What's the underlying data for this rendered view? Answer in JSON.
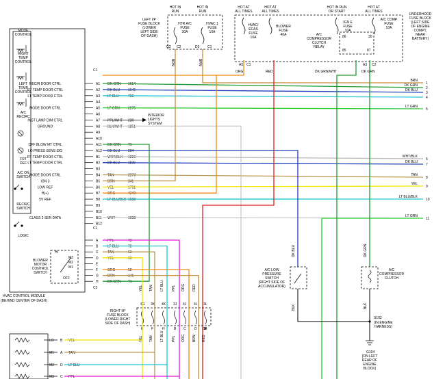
{
  "module": {
    "title_lines": [
      "HVAC CONTROL MODULE",
      "(BEHIND CENTER OF DASH)"
    ],
    "left_labels": [
      [
        "MODE",
        "CONTROL"
      ],
      [
        "RIGHT",
        "TEMP",
        "CONTROL"
      ],
      [
        "LEFT",
        "TEMP",
        "CONTROL"
      ],
      [
        "A/C",
        "RECIRC"
      ],
      [
        "FRT",
        "DEF"
      ],
      [
        "A/C ON",
        "SWITCH"
      ],
      [
        "RECIRC",
        "SWITCH"
      ],
      [
        "LOGIC"
      ],
      [
        "BLOWER",
        "MOTOR",
        "CONTROL",
        "SWITCH"
      ]
    ],
    "switch_positions": [
      "HI",
      "M3",
      "M2",
      "M1",
      "OFF"
    ],
    "conn_c2": "C2",
    "conn_c1": "C1"
  },
  "pins": [
    {
      "pin": "A1",
      "func": "RECIR DOOR CTRL",
      "color": "DK GRN",
      "circ": "1614"
    },
    {
      "pin": "A2",
      "func": "RT TEMP DOOR CTRL",
      "color": "DK BLU",
      "circ": "1646"
    },
    {
      "pin": "A3",
      "func": "LT TEMP DOOR CTRL",
      "color": "LT BLU",
      "circ": "733"
    },
    {
      "pin": "A4",
      "func": "",
      "color": "",
      "circ": ""
    },
    {
      "pin": "A5",
      "func": "MODE DOOR CTRL",
      "color": "LT GRN",
      "circ": "2275"
    },
    {
      "pin": "A6",
      "func": "",
      "color": "",
      "circ": ""
    },
    {
      "pin": "A7",
      "func": "INST LAMP DIM CTRL",
      "color": "PPL/WHT",
      "circ": "230"
    },
    {
      "pin": "A8",
      "func": "GROUND",
      "color": "BLK/WHT",
      "circ": "1851"
    },
    {
      "pin": "A9",
      "func": "",
      "color": "",
      "circ": ""
    },
    {
      "pin": "A10",
      "func": "",
      "color": "",
      "circ": ""
    },
    {
      "pin": "A11",
      "func": "OFF BLOW MT CTRL",
      "color": "DK GRN",
      "circ": "71"
    },
    {
      "pin": "A12",
      "func": "LO PRESS SENS SIG",
      "color": "DK BLU",
      "circ": "204"
    },
    {
      "pin": "B1",
      "func": "RT TEMP DOOR CTRL",
      "color": "WHT/BLK",
      "circ": "1236"
    },
    {
      "pin": "B2",
      "func": "LT TEMP DOOR CTRL",
      "color": "DK BLU",
      "circ": "1199"
    },
    {
      "pin": "B3",
      "func": "",
      "color": "",
      "circ": ""
    },
    {
      "pin": "B4",
      "func": "MODE DOOR CTRL",
      "color": "TAN",
      "circ": "2273"
    },
    {
      "pin": "B5",
      "func": "IGN 3",
      "color": "BRN",
      "circ": "341"
    },
    {
      "pin": "B6",
      "func": "LOW REF",
      "color": "YEL",
      "circ": "1791"
    },
    {
      "pin": "B7",
      "func": "B(+)",
      "color": "ORG",
      "circ": "4340"
    },
    {
      "pin": "B8",
      "func": "5V REF",
      "color": "LT BLU/BLK",
      "circ": "1688"
    },
    {
      "pin": "B9",
      "func": "",
      "color": "",
      "circ": ""
    },
    {
      "pin": "B10",
      "func": "",
      "color": "",
      "circ": ""
    },
    {
      "pin": "B11",
      "func": "CLASS 2 SER DATA",
      "color": "WHT",
      "circ": "1038"
    },
    {
      "pin": "B12",
      "func": "",
      "color": "",
      "circ": ""
    }
  ],
  "c2_pins": [
    {
      "pin": "A",
      "color": "PPL",
      "circ": "73"
    },
    {
      "pin": "B",
      "color": "LT BLU",
      "circ": "72"
    },
    {
      "pin": "C",
      "color": "TAN",
      "circ": "63"
    },
    {
      "pin": "D",
      "color": "YEL",
      "circ": "60"
    },
    {
      "pin": "E",
      "color": "",
      "circ": ""
    },
    {
      "pin": "F",
      "color": "ORG",
      "circ": "52"
    },
    {
      "pin": "G",
      "color": "BRN",
      "circ": "141"
    },
    {
      "pin": "H",
      "color": "DK GRN",
      "circ": "71"
    }
  ],
  "interior_lights": [
    "INTERIOR",
    "LIGHTS",
    "SYSTEM"
  ],
  "left_fuse_block": {
    "label": [
      "LEFT I/P",
      "FUSE BLOCK",
      "(LOWER",
      "LEFT SIDE",
      "OF DASH)"
    ],
    "hot1": [
      "HOT IN",
      "RUN"
    ],
    "hot2": [
      "HOT IN",
      "RUN"
    ],
    "fuse1": [
      "HTR A/C",
      "FUSE",
      "30A"
    ],
    "fuse2": [
      "HVAC 1",
      "FUSE",
      "10A"
    ],
    "conn1": "C2",
    "pin1": "G2",
    "conn2": "C1",
    "pin2": "D3",
    "wire1": "BRN",
    "wire2": "BRN"
  },
  "underhood_fuse_block": {
    "label": [
      "UNDERHOOD",
      "FUSE BLOCK",
      "(LEFT SIDE",
      "OF ENGINE",
      "COMPT,",
      "NEAR",
      "BATTERY)"
    ],
    "hot": [
      [
        "HOT AT",
        "ALL TIMES"
      ],
      [
        "HOT AT",
        "ALL TIMES"
      ],
      [
        "HOT IN RUN",
        "OR START"
      ],
      [
        "HOT AT",
        "ALL TIMES"
      ]
    ],
    "fuse1": [
      "HVAC/",
      "ECAS",
      "FUSE",
      "10A"
    ],
    "fuse2": [
      "BLOWER",
      "FUSE",
      "40A"
    ],
    "fuse3": [
      "IGN E",
      "FUSE",
      "10A"
    ],
    "fuse4": [
      "A/C COMP",
      "FUSE",
      "10A"
    ],
    "relay": [
      "A/C",
      "COMPRESSOR",
      "CLUTCH",
      "RELAY"
    ],
    "relay_pins": [
      "86",
      "30",
      "85",
      "87"
    ],
    "pin_a5": "A5",
    "pin_c1": "C1",
    "pin_a3": "A3",
    "pin_c2": "C2",
    "wires": [
      "ORG",
      "RED",
      "DK GRN/WHT",
      "DK GRN"
    ]
  },
  "right_wires": [
    {
      "label": "BRN",
      "num": "1"
    },
    {
      "label": "DK GRN",
      "num": "2"
    },
    {
      "label": "DK BLU",
      "num": "3"
    },
    {
      "label": "",
      "num": "4"
    },
    {
      "label": "LT GRN",
      "num": "5"
    },
    {
      "label": "WHT/BLK",
      "num": "6"
    },
    {
      "label": "DK BLU",
      "num": "7"
    },
    {
      "label": "TAN",
      "num": "8"
    },
    {
      "label": "YEL",
      "num": "9"
    },
    {
      "label": "LT BLU/BLK",
      "num": "10"
    },
    {
      "label": "LT GRN",
      "num": "11"
    }
  ],
  "low_press_switch": {
    "label": [
      "A/C LOW",
      "PRESSURE",
      "SWITCH",
      "(RIGHT SIDE OF",
      "ACCUMULATOR)"
    ],
    "wire_top": "DK BLU",
    "wire_bottom": "BLK"
  },
  "compressor_clutch": {
    "label": [
      "A/C",
      "COMPRESSOR",
      "CLUTCH"
    ],
    "wire_top": "DK GRN",
    "wire_bottom": "BLK"
  },
  "splice": {
    "id": "S102",
    "label": [
      "(IN ENGINE",
      "HARNESS)"
    ]
  },
  "ground": {
    "id": "G104",
    "label": [
      "(ON LEFT",
      "REAR OF",
      "ENGINE",
      "BLOCK)"
    ]
  },
  "right_ip_fuse_block": {
    "label": [
      "RIGHT I/P",
      "FUSE BLOCK",
      "(LOWER RIGHT",
      "SIDE OF DASH)"
    ],
    "top_pins": [
      "4G",
      "3K",
      "4K",
      "3J",
      "4J",
      "4L",
      "3L"
    ],
    "top_wires": [
      "YEL",
      "TAN",
      "LT BLU",
      "PPL",
      "ORG",
      "RED"
    ],
    "bottom_pins": [
      "E",
      "F",
      "H",
      "B",
      "C",
      "D",
      "B",
      "A"
    ],
    "bottom_wires": [
      "YEL",
      "TAN",
      "LT BLU",
      "PPL",
      "ORG",
      "BRN",
      "RED"
    ],
    "conn_c4": "C4"
  },
  "blower_resistor": {
    "rows": [
      {
        "pin": "LO",
        "term": "B",
        "color": "YEL"
      },
      {
        "pin": "M1",
        "term": "A",
        "color": "TAN"
      },
      {
        "pin": "M2",
        "term": "D",
        "color": "LT BLU"
      },
      {
        "pin": "M3",
        "term": "C",
        "color": "PPL"
      }
    ]
  },
  "colors": {
    "brn": "#c58a3a",
    "dkgrn": "#1f9a2e",
    "dkblu": "#1f3fbf",
    "ltblu": "#1fc4d6",
    "ltgrn": "#27c92c",
    "yel": "#f2e500",
    "tan": "#b99a52",
    "org": "#f08a14",
    "red": "#e41a1a",
    "ppl": "#e317d6",
    "wht": "#b9b9b9",
    "blk": "#000000"
  }
}
